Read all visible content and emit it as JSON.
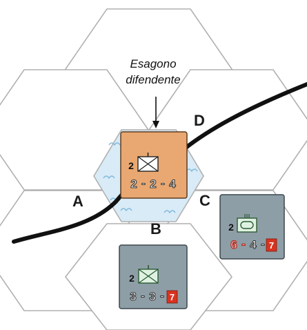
{
  "callout": {
    "line1": "Esagono",
    "line2": "difendente"
  },
  "hex_labels": {
    "a": "A",
    "b": "B",
    "c": "C",
    "d": "D"
  },
  "counters": {
    "defender": {
      "size": "2",
      "attack": "2",
      "defense": "2",
      "movement": "4"
    },
    "attacker_b": {
      "size": "2",
      "attack": "3",
      "defense": "3",
      "movement": "7"
    },
    "attacker_c": {
      "size": "2",
      "attack": "6",
      "defense": "4",
      "movement": "7"
    }
  },
  "colors": {
    "defender_counter": "#e9a871",
    "attacker_counter": "#8e9ea6",
    "river": "#111111",
    "marsh": "#d8ebf6",
    "hex_outline": "#b0b0b0"
  },
  "icons": {
    "infantry": "infantry-symbol-icon",
    "armor": "armor-symbol-icon"
  }
}
